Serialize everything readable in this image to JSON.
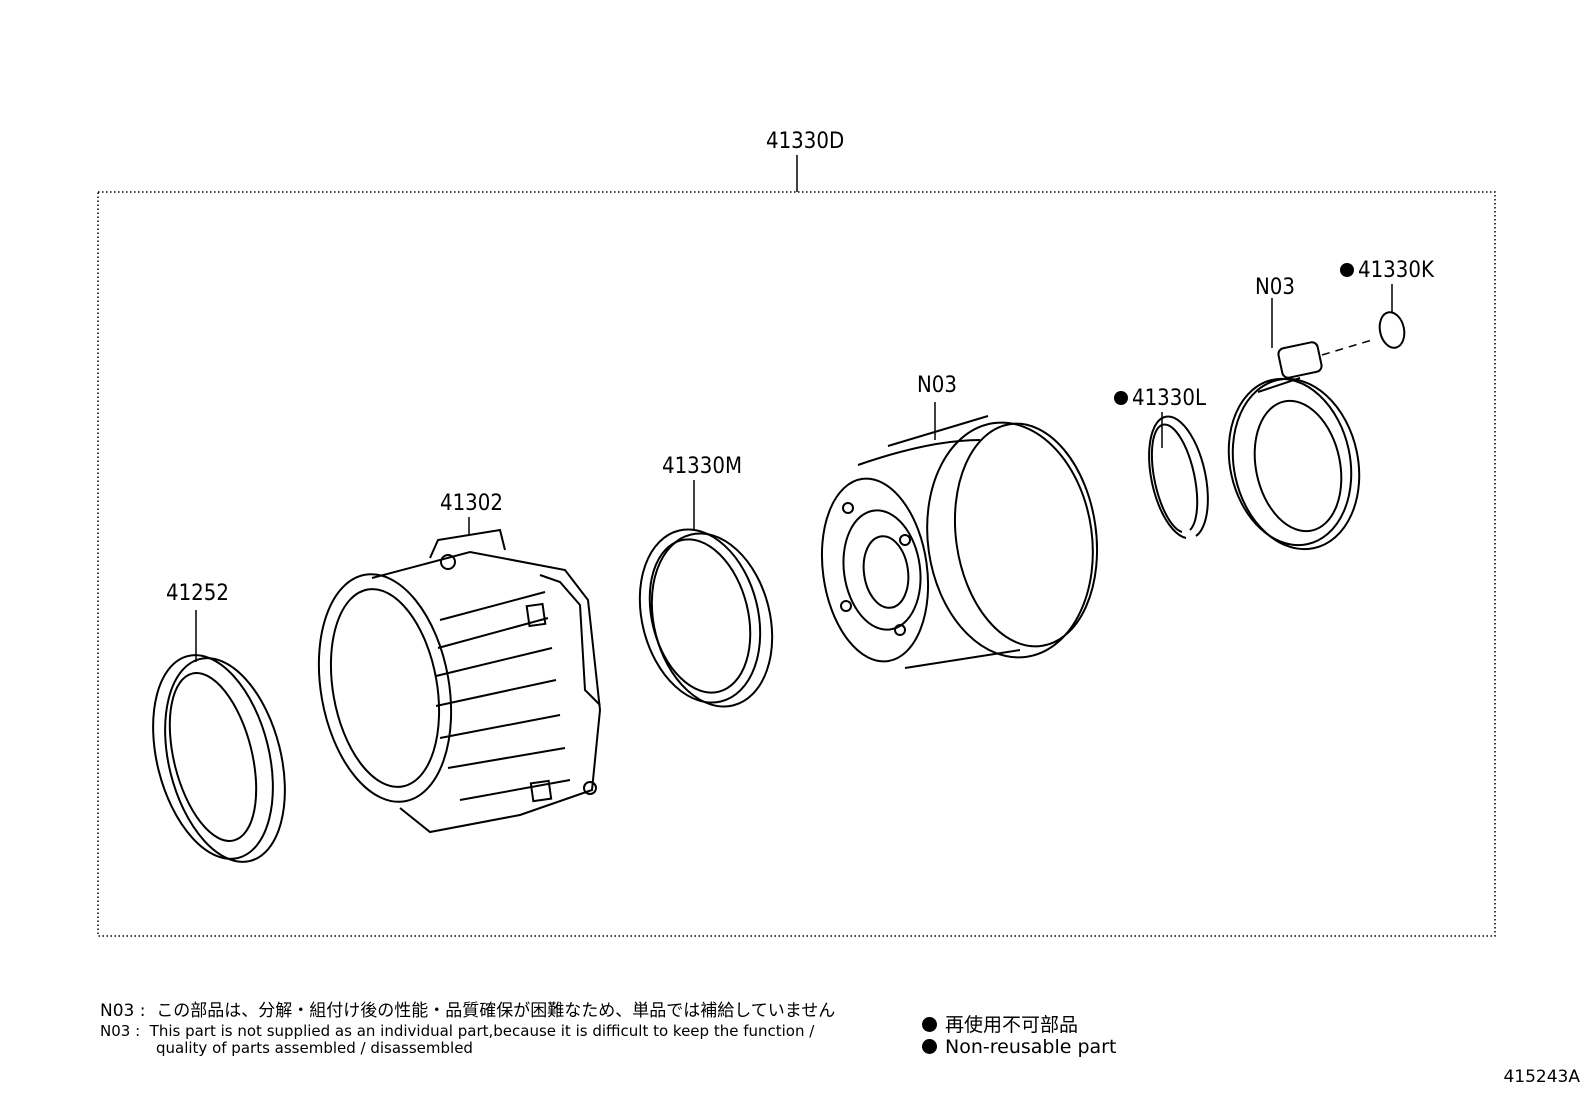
{
  "assembly": {
    "label": "41330D"
  },
  "parts": [
    {
      "id": "p41252",
      "label": "41252"
    },
    {
      "id": "p41302",
      "label": "41302"
    },
    {
      "id": "p41330M",
      "label": "41330M"
    },
    {
      "id": "pN03a",
      "label": "N03"
    },
    {
      "id": "p41330L",
      "label": "41330L",
      "non_reusable": true
    },
    {
      "id": "pN03b",
      "label": "N03"
    },
    {
      "id": "p41330K",
      "label": "41330K",
      "non_reusable": true
    }
  ],
  "notes": {
    "n03_code": "N03",
    "n03_jp": "この部品は、分解・組付け後の性能・品質確保が困難なため、単品では補給していません",
    "n03_en_line1": "This part is not supplied as an individual part,because it is difficult to keep the function /",
    "n03_en_line2": "quality of parts assembled / disassembled"
  },
  "legend": {
    "jp": "再使用不可部品",
    "en": "Non-reusable part"
  },
  "illustration_code": "415243A"
}
